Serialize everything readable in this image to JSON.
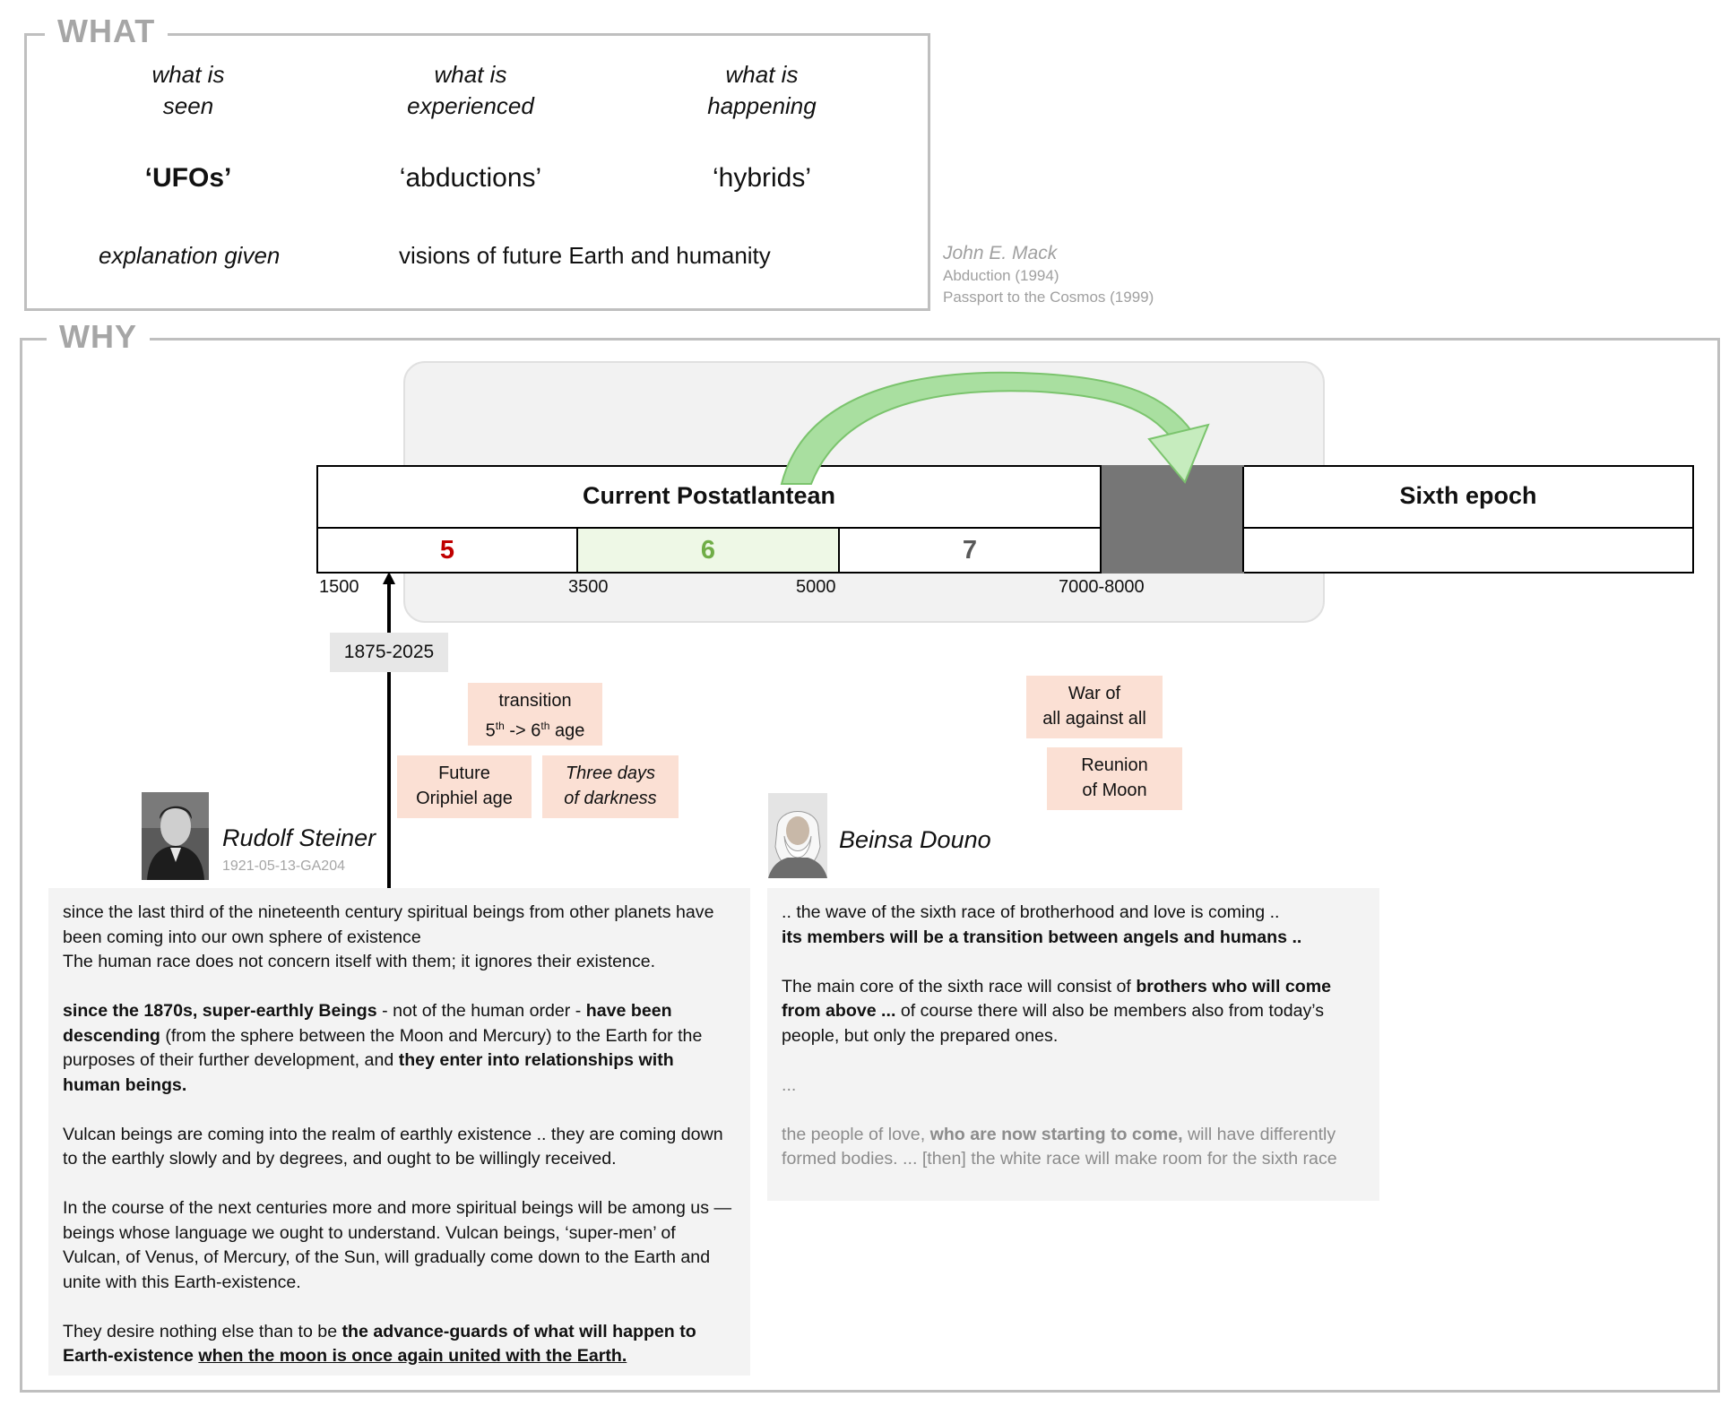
{
  "what": {
    "label": "WHAT",
    "col1": {
      "line1": "what is",
      "line2": "seen",
      "term": "‘UFOs’"
    },
    "col2": {
      "line1": "what is",
      "line2": "experienced",
      "term": "‘abductions’"
    },
    "col3": {
      "line1": "what is",
      "line2": "happening",
      "term": "‘hybrids’"
    },
    "explanation": "explanation given",
    "visions": "visions of future Earth and humanity"
  },
  "citation": {
    "author": "John E. Mack",
    "book1": "Abduction (1994)",
    "book2": "Passport to the Cosmos (1999)"
  },
  "why": {
    "label": "WHY",
    "timeline": {
      "current": "Current Postatlantean",
      "sixth": "Sixth epoch",
      "ages": [
        "5",
        "6",
        "7"
      ],
      "ticks": [
        "1500",
        "3500",
        "5000",
        "7000-8000"
      ],
      "marker": "1875-2025",
      "colors": {
        "age5": "#c00000",
        "age6": "#70ad47",
        "age7": "#595959",
        "age6_fill": "#eef8e6",
        "gap": "#767676",
        "arrow": "#a9dfa0"
      }
    },
    "notes": {
      "transition_line1": "transition",
      "transition_line2_a": "5",
      "transition_line2_sup1": "th",
      "transition_line2_b": " -> 6",
      "transition_line2_sup2": "th",
      "transition_line2_c": " age",
      "oriphiel_line1": "Future",
      "oriphiel_line2": "Oriphiel age",
      "darkness_line1": "Three days",
      "darkness_line2": "of darkness",
      "war_line1": "War of",
      "war_line2": "all against all",
      "reunion_line1": "Reunion",
      "reunion_line2": "of Moon"
    },
    "steiner": {
      "name": "Rudolf Steiner",
      "ref": "1921-05-13-GA204",
      "p1": "since the last third of the nineteenth century spiritual beings from other planets have been coming into our own sphere of existence",
      "p1b": "The human race does not concern itself with them; it ignores their existence.",
      "p2_b1": "since the 1870s, super-earthly Beings",
      "p2_t1": " - not of the human order - ",
      "p2_b2": "have been descending",
      "p2_t2": " (from the sphere between the Moon and Mercury) to the Earth for the purposes of their further development, and ",
      "p2_b3": "they enter into relationships with human beings.",
      "p3": "Vulcan beings are coming into the realm of earthly existence .. they are coming down to the earthly slowly and by degrees, and ought to be willingly received.",
      "p4": "In the course of the next centuries more and more spiritual beings will be among us — beings whose language we ought to understand. Vulcan beings, ‘super-men’ of Vulcan, of Venus, of Mercury, of the Sun, will gradually come down to the Earth and unite with this Earth-existence.",
      "p5_t1": "They desire nothing else than to be ",
      "p5_b1": "the advance-guards of what will happen to Earth-existence",
      "p5_u1": "when the moon is once again united with the Earth."
    },
    "douno": {
      "name": "Beinsa Douno",
      "p1": ".. the wave of the sixth race of brotherhood and love is coming ..",
      "p1b": "its members will be a transition between angels and humans ..",
      "p2_t1": "The main core of the sixth race will consist of ",
      "p2_b1": "brothers who will come from above ...",
      "p2_t2": " of course there will also be members also from today’s people, but only the prepared ones.",
      "ellipsis": "...",
      "p3_t1": "the people of love, ",
      "p3_b1": "who are now starting to come,",
      "p3_t2": " will have differently formed bodies. ... [then] the white race will make room for the sixth race"
    }
  }
}
